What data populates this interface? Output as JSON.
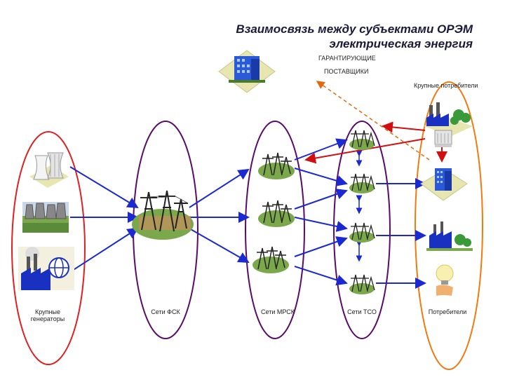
{
  "title": {
    "line1": "Взаимосвязь между субъектами ОРЭМ",
    "line2": "электрическая энергия"
  },
  "top_labels": {
    "guarantee_line1": "ГАРАНТИРУЮЩИЕ",
    "guarantee_line2": "ПОСТАВЩИКИ",
    "large_consumers": "Крупные потребители"
  },
  "groups": [
    {
      "label": "Крупные генераторы",
      "color": "#e02020"
    },
    {
      "label": "Сети ФСК",
      "color": "#5a0a6a"
    },
    {
      "label": "Сети МРСК",
      "color": "#5a0a6a"
    },
    {
      "label": "Сети ТСО",
      "color": "#5a0a6a"
    },
    {
      "label": "Потребители",
      "color": "#f07a10"
    }
  ],
  "colors": {
    "arrow_blue": "#1a2ad0",
    "arrow_red": "#d01010",
    "dashed_orange": "#e06a10"
  },
  "icons": [
    "cooling-tower-icon",
    "power-plant-icon",
    "factory-globe-icon",
    "transmission-tower-icon",
    "office-building-icon",
    "factory-icon",
    "lightbulb-icon",
    "server-icon"
  ]
}
